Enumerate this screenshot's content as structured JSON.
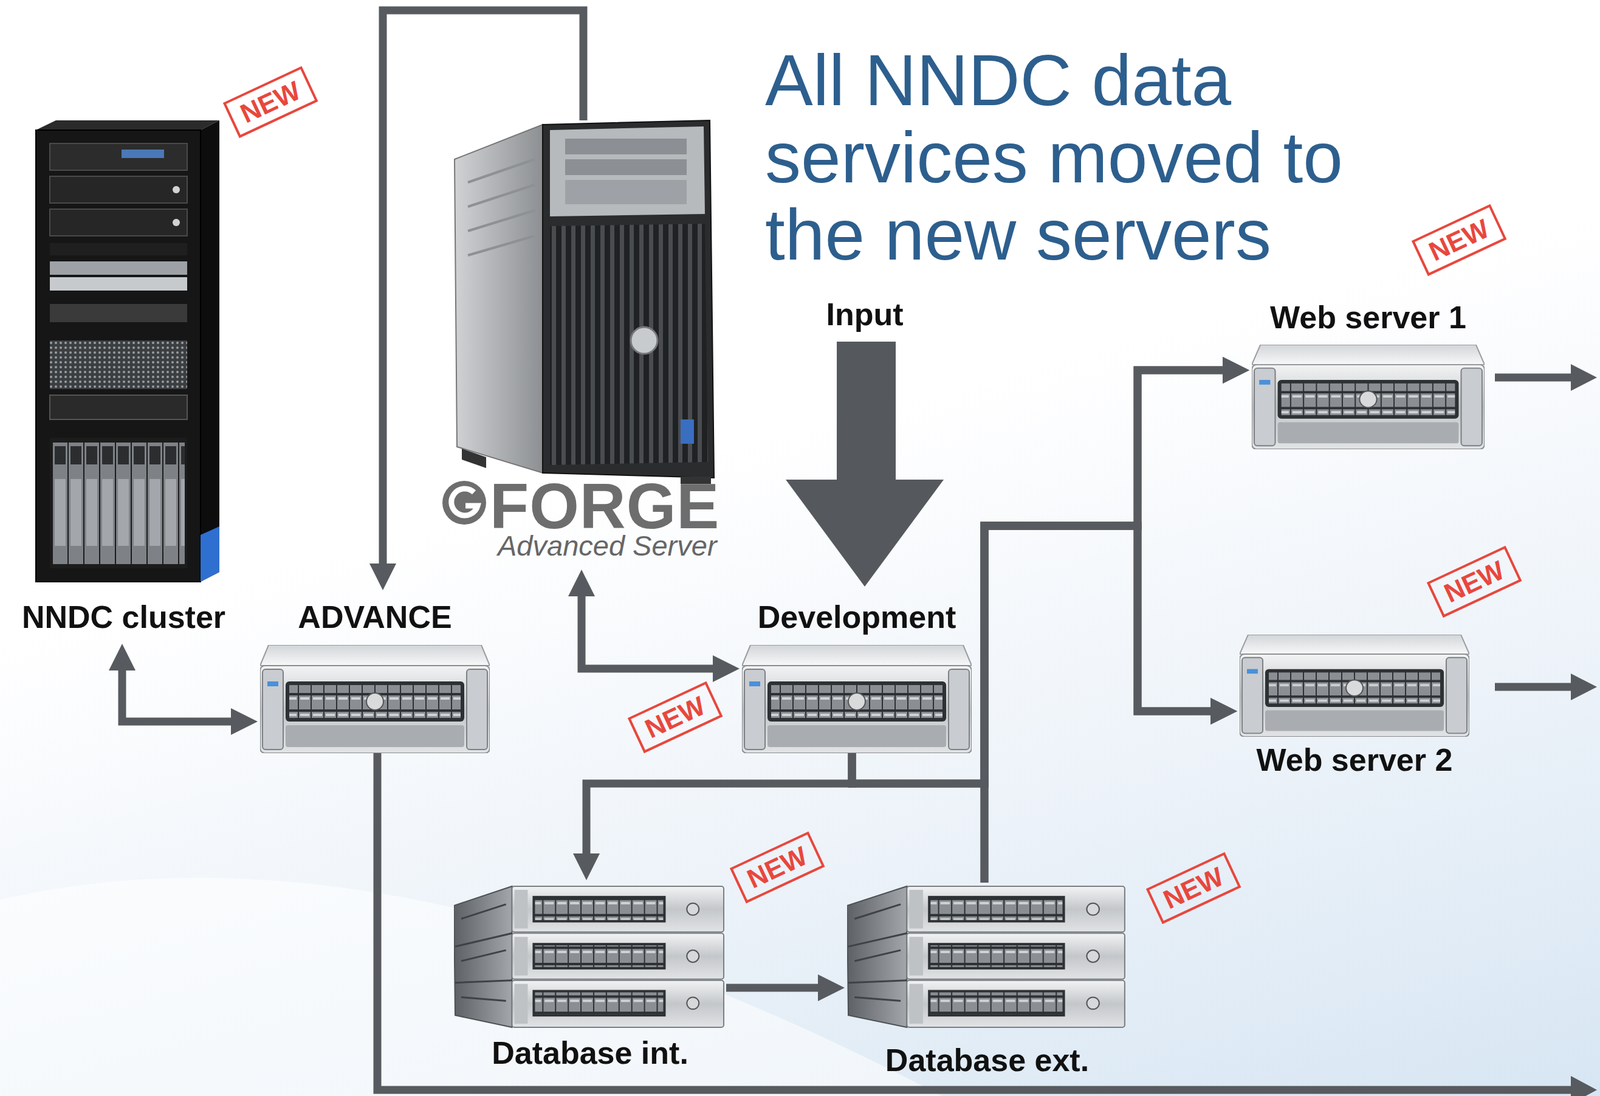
{
  "diagram": {
    "title": "All NNDC data services moved to the new servers",
    "nodes": [
      {
        "text": [
          "NNDC cluster"
        ]
      },
      {
        "text": [
          "ADVANCE"
        ]
      },
      {
        "text": [
          "FORGE",
          "Advanced Server"
        ]
      },
      {
        "text": [
          "Development"
        ]
      },
      {
        "text": [
          "Web server 1"
        ]
      },
      {
        "text": [
          "Web server 2"
        ]
      },
      {
        "text": [
          "Database int."
        ]
      },
      {
        "text": [
          "Database ext."
        ]
      }
    ],
    "edges": [
      {
        "from": 0,
        "to": 1,
        "arrow": "both"
      },
      {
        "from": 2,
        "to": 1,
        "arrow": "to"
      },
      {
        "from": 2,
        "to": 3,
        "arrow": "both"
      },
      {
        "from": 3,
        "to": 6,
        "arrow": "to"
      },
      {
        "from": 6,
        "to": 7,
        "arrow": "to"
      },
      {
        "from": 7,
        "to": 4,
        "arrow": "to"
      },
      {
        "from": 7,
        "to": 5,
        "arrow": "to"
      },
      {
        "from": 3,
        "to": 4,
        "arrow": "to"
      },
      {
        "from": 3,
        "to": 5,
        "arrow": "to"
      }
    ],
    "labels": [
      "NEW",
      "NEW",
      "Input",
      "NEW",
      "NEW",
      "NEW",
      "NEW"
    ]
  }
}
